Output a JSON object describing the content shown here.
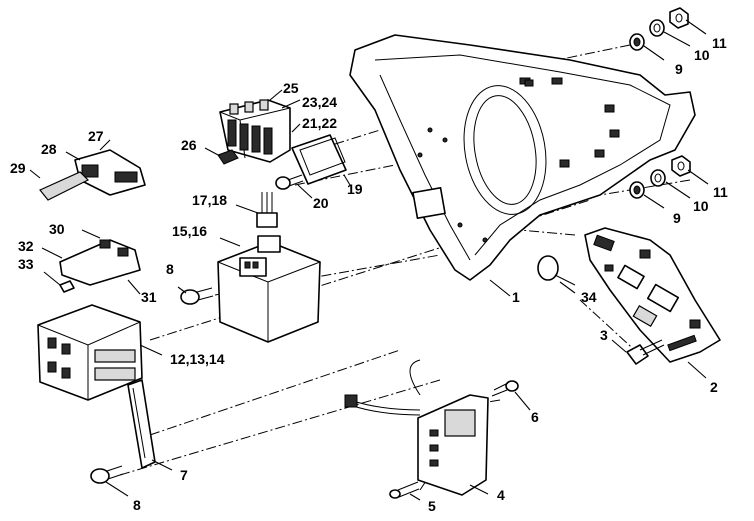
{
  "callouts": {
    "c1": "1",
    "c2": "2",
    "c3": "3",
    "c4": "4",
    "c5": "5",
    "c6": "6",
    "c7": "7",
    "c8a": "8",
    "c8b": "8",
    "c9a": "9",
    "c9b": "9",
    "c10a": "10",
    "c10b": "10",
    "c11a": "11",
    "c11b": "11",
    "c12": "12,13,14",
    "c15": "15,16",
    "c17": "17,18",
    "c19": "19",
    "c20": "20",
    "c21": "21,22",
    "c23": "23,24",
    "c25": "25",
    "c26": "26",
    "c27": "27",
    "c28": "28",
    "c29": "29",
    "c30": "30",
    "c31": "31",
    "c32": "32",
    "c33": "33",
    "c34": "34"
  }
}
